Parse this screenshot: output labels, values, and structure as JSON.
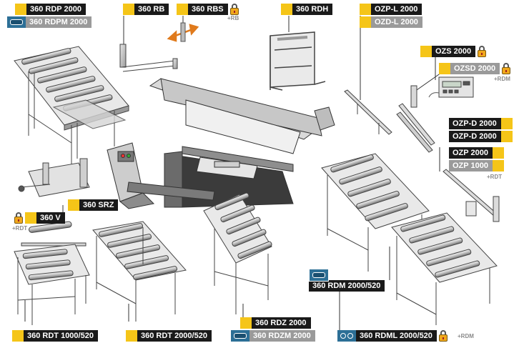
{
  "colors": {
    "accent": "#f5c518",
    "dark_label": "#1a1a1a",
    "grey_label": "#9a9a9a",
    "icon_blue": "#2c6f96",
    "lock": "#f0a81c"
  },
  "labels": {
    "rdp": "360 RDP 2000",
    "rdpm": "360 RDPM 2000",
    "rb": "360 RB",
    "rbs": "360 RBS",
    "rbs_sub": "+RB",
    "rdh": "360 RDH",
    "ozpl": "OZP-L 2000",
    "ozdl": "OZD-L 2000",
    "ozs": "OZS 2000",
    "ozsd": "OZSD 2000",
    "ozsd_sub": "+RDM",
    "ozpd": "OZP-D 2000",
    "ozpd2": "OZP-D 2000",
    "ozp": "OZP 2000",
    "ozp1000": "OZP 1000",
    "ozp1000_sub": "+RDT",
    "srz": "360 SRZ",
    "v": "360 V",
    "v_sub": "+RDT",
    "rdm": "360 RDM 2000/520",
    "rdt1000": "360 RDT 1000/520",
    "rdt2000": "360 RDT 2000/520",
    "rdz": "360 RDZ 2000",
    "rdzm": "360 RDZM 2000",
    "rdml": "360 RDML 2000/520",
    "rdml_sub": "+RDM"
  },
  "icons": {
    "lock": "lock-icon",
    "module": "control-module-icon",
    "rollers": "motor-rollers-icon",
    "arrows": "move-arrows-icon"
  }
}
